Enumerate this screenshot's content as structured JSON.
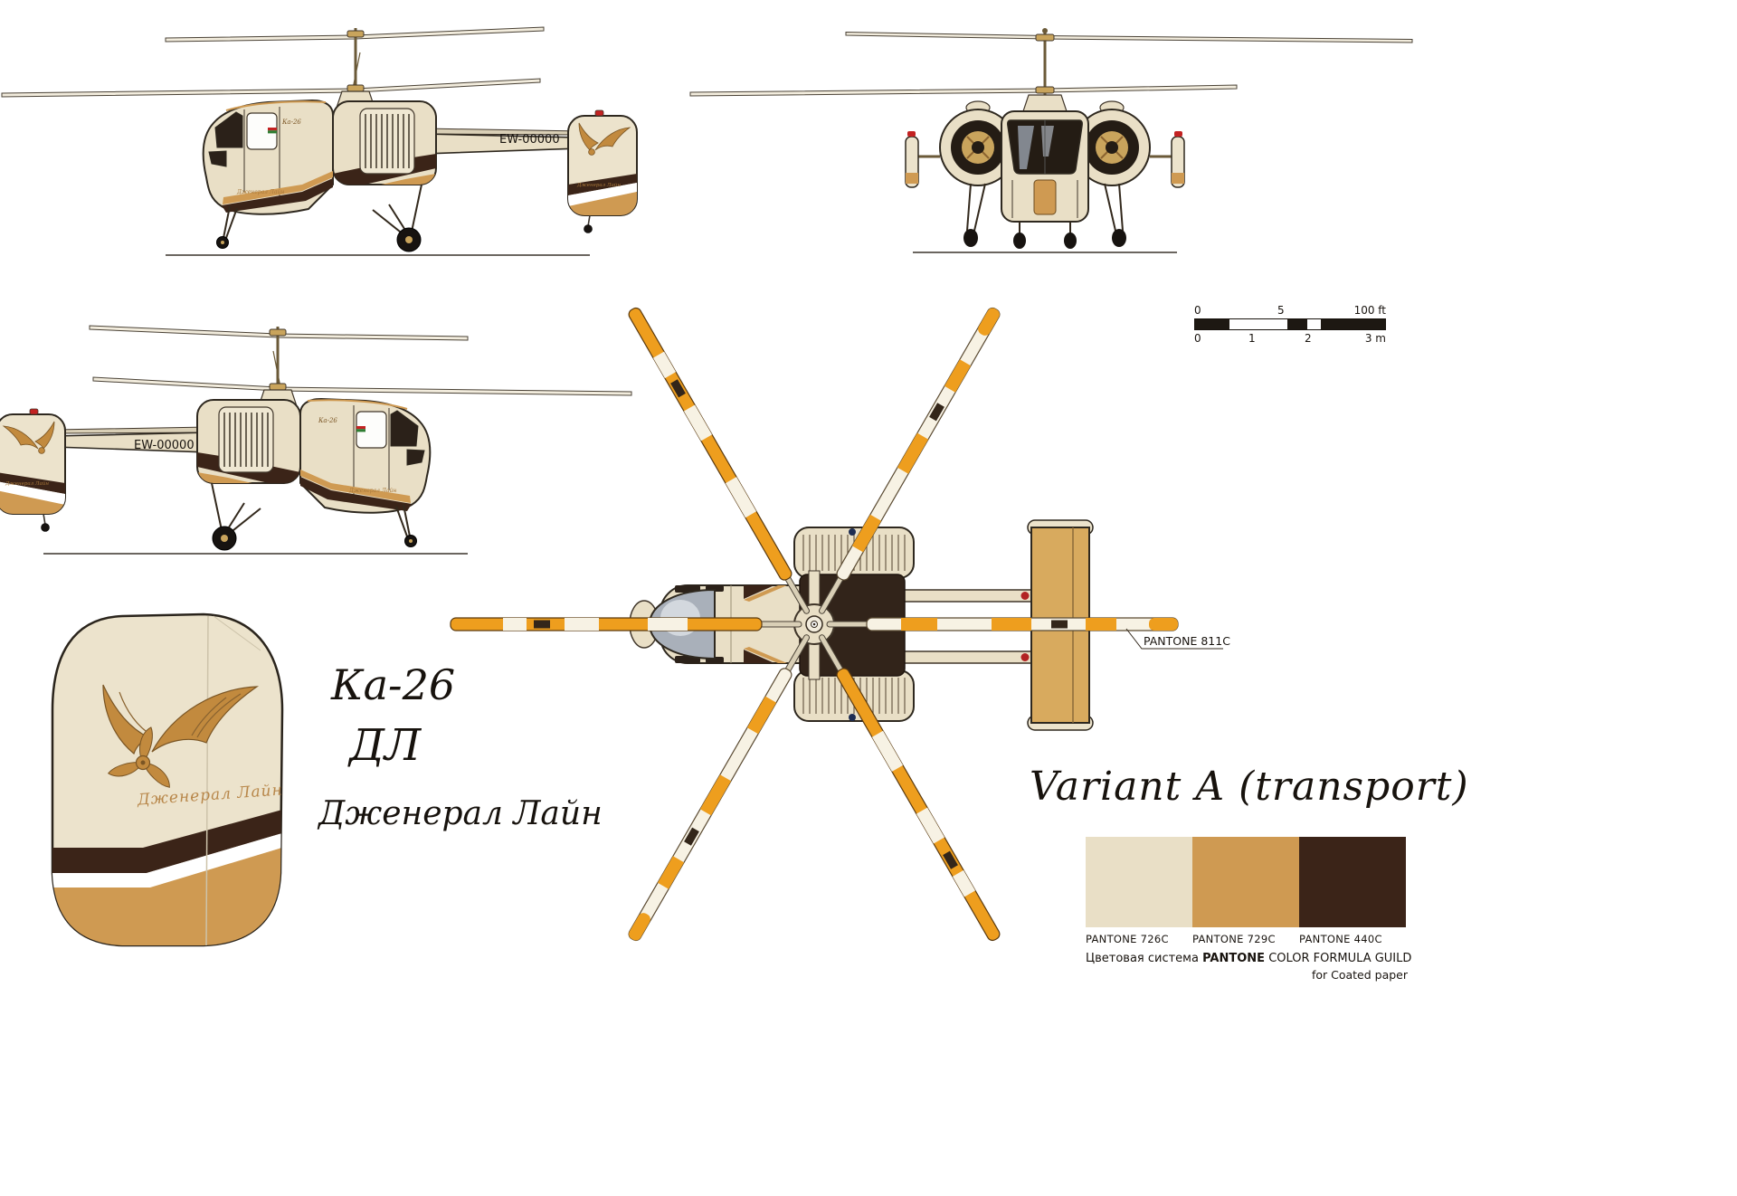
{
  "colors": {
    "cream": "#e9dfc6",
    "tan": "#cf9a52",
    "brown": "#3b2418",
    "blade_orange": "#ee9e1e",
    "beacon_red": "#c32222"
  },
  "registration": "EW-00000",
  "labels": {
    "model": "Ка-26",
    "monogram": "ДЛ",
    "airline": "Дженерал Лайн",
    "variant": "Variant A (transport)",
    "blade_pantone": "PANTONE  811C"
  },
  "scalebar": {
    "ft": [
      "0",
      "5",
      "100 ft"
    ],
    "m": [
      "0",
      "1",
      "2",
      "3 m"
    ]
  },
  "swatches": [
    {
      "label": "PANTONE  726C",
      "color": "#e9dfc6"
    },
    {
      "label": "PANTONE  729C",
      "color": "#cf9a52"
    },
    {
      "label": "PANTONE  440C",
      "color": "#3b2418"
    }
  ],
  "footer": {
    "line1_prefix": "Цветовая система ",
    "line1_bold": "PANTONE",
    "line1_suffix": " COLOR FORMULA GUILD",
    "line2": "for Coated paper"
  }
}
